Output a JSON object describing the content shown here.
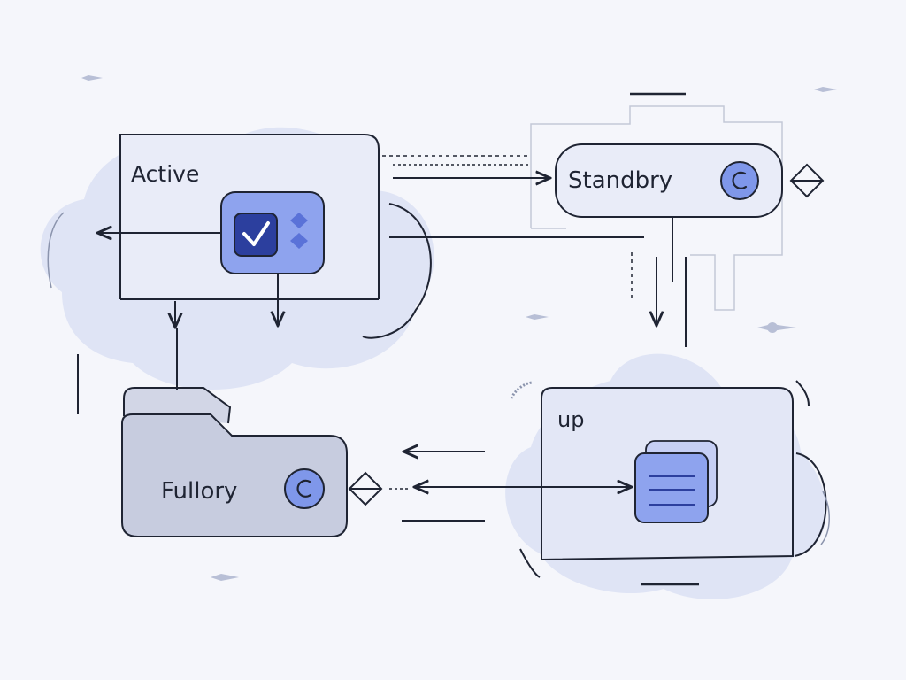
{
  "nodes": {
    "active": {
      "label": "Active"
    },
    "standby": {
      "label": "Standbry"
    },
    "fullory": {
      "label": "Fullory"
    },
    "up": {
      "label": "up"
    }
  },
  "icons": {
    "active_status": "checkmark-icon",
    "active_options": "diamond-stack-icon",
    "standby_status": "sync-icon",
    "standby_marker": "diamond-icon",
    "fullory_status": "sync-icon",
    "fullory_marker": "diamond-icon",
    "up_storage": "stacked-cards-icon"
  },
  "colors": {
    "accent": "#7f97ea",
    "accent_dark": "#2c3f9e",
    "stroke": "#1f2433",
    "panel": "#e9ecf8",
    "cloud": "#dfe4f5",
    "folder": "#c7ccdf"
  }
}
